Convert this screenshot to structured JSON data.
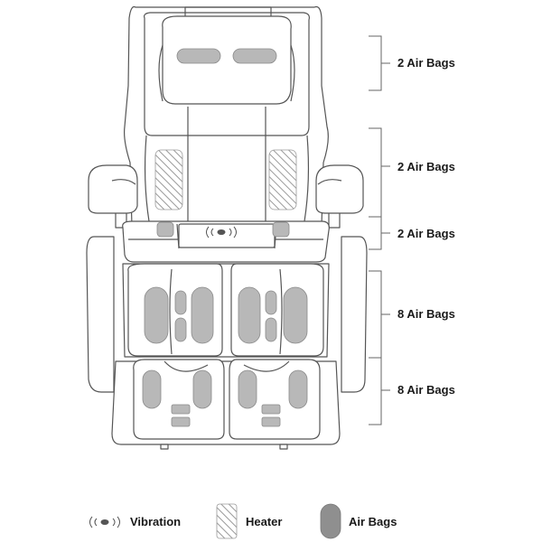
{
  "zones": [
    {
      "label": "2 Air Bags"
    },
    {
      "label": "2 Air Bags"
    },
    {
      "label": "2 Air Bags"
    },
    {
      "label": "8 Air Bags"
    },
    {
      "label": "8 Air Bags"
    }
  ],
  "legend": {
    "vibration": "Vibration",
    "heater": "Heater",
    "airbags": "Air Bags"
  },
  "colors": {
    "outline": "#555555",
    "airbag_fill": "#b8b8b8",
    "heater_stroke": "#9a9a9a",
    "text": "#1a1a1a"
  }
}
